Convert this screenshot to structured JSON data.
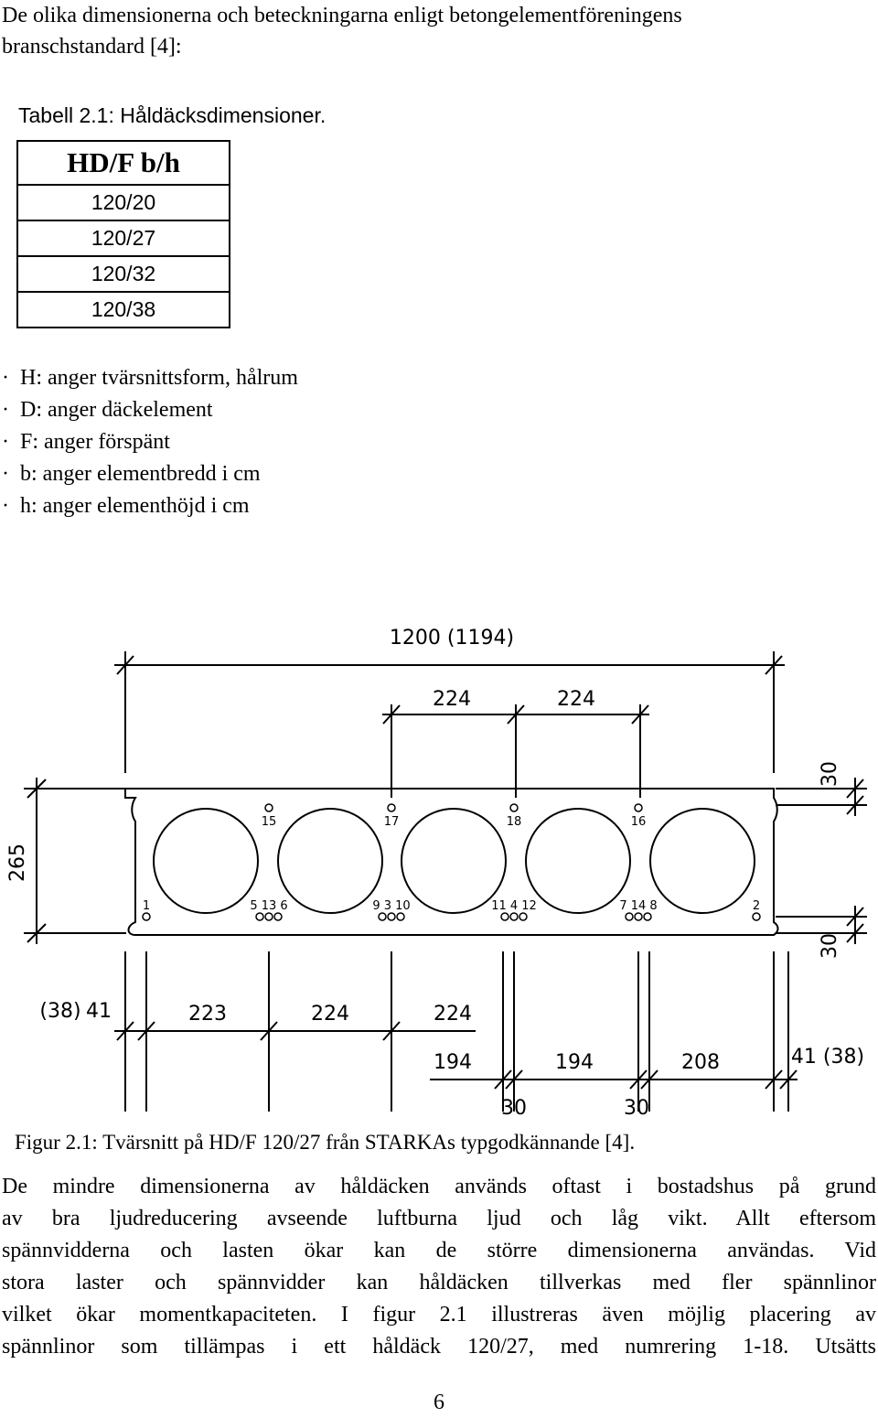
{
  "intro": {
    "line1": "De olika dimensionerna och beteckningarna enligt betongelementföreningens",
    "line2": "branschstandard [4]:"
  },
  "table": {
    "caption": "Tabell 2.1: Håldäcksdimensioner.",
    "header": "HD/F b/h",
    "rows": [
      "120/20",
      "120/27",
      "120/32",
      "120/38"
    ]
  },
  "bullets": [
    "H: anger tvärsnittsform, hålrum",
    "D: anger däckelement",
    "F: anger förspänt",
    "b: anger elementbredd i cm",
    "h: anger elementhöjd i cm"
  ],
  "bullet_marker": "·",
  "figure": {
    "top_dim": "1200 (1194)",
    "top_sub_left": "224",
    "top_sub_right": "224",
    "height_dim": "265",
    "top_cover": "30",
    "bottom_cover": "30",
    "strand_top": [
      "15",
      "17",
      "18",
      "16"
    ],
    "strand_bottom": [
      "1",
      "5 13 6",
      "9  3 10",
      "11  4 12",
      "7 14  8",
      "2"
    ],
    "bottom_row1": [
      "(38)",
      "41",
      "223",
      "224",
      "224"
    ],
    "bottom_row2": [
      "194",
      "194",
      "208",
      "41 (38)"
    ],
    "bottom_row3": [
      "30",
      "30"
    ]
  },
  "figure_caption": "Figur 2.1: Tvärsnitt på HD/F 120/27 från STARKAs typgodkännande [4].",
  "body_lines": [
    "De mindre dimensionerna av håldäcken används oftast i bostadshus på grund",
    "av bra ljudreducering avseende luftburna ljud och låg vikt. Allt eftersom",
    "spännvidderna och lasten ökar kan de större dimensionerna användas. Vid",
    "stora laster och spännvidder kan håldäcken tillverkas med fler spännlinor",
    "vilket ökar momentkapaciteten. I figur 2.1 illustreras även möjlig placering av",
    "spännlinor som tillämpas i ett håldäck 120/27, med numrering 1-18. Utsätts"
  ],
  "page_number": "6"
}
